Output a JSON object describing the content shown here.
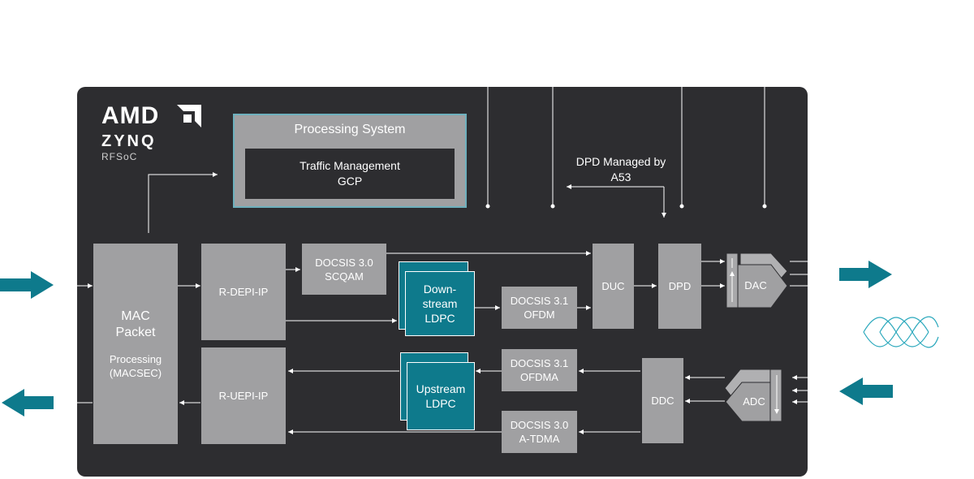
{
  "logo": {
    "brand": "AMD",
    "product": "ZYNQ",
    "variant": "RFSoC"
  },
  "processing_system": {
    "title": "Processing System",
    "inner": "Traffic Management\nGCP"
  },
  "dpd_note": "DPD Managed by\nA53",
  "blocks": {
    "mac_title": "MAC\nPacket",
    "mac_sub": "Processing\n(MACSEC)",
    "rdepi": "R-DEPI-IP",
    "ruepi": "R-UEPI-IP",
    "scqam": "DOCSIS 3.0\nSCQAM",
    "ds_ldpc": "Down-\nstream\nLDPC",
    "ofdm": "DOCSIS 3.1\nOFDM",
    "duc": "DUC",
    "dpd": "DPD",
    "dac": "DAC",
    "ofdma": "DOCSIS 3.1\nOFDMA",
    "us_ldpc": "Upstream\nLDPC",
    "atdma": "DOCSIS 3.0\nA-TDMA",
    "ddc": "DDC",
    "adc": "ADC"
  },
  "colors": {
    "chip": "#2d2d30",
    "block": "#a0a0a2",
    "accent": "#0e7a8c",
    "ps_border": "#6db0bd"
  },
  "icons": [
    "input-arrow-right",
    "output-arrow-left",
    "tx-arrow-right",
    "rx-arrow-left",
    "rf-waveform-icon"
  ]
}
